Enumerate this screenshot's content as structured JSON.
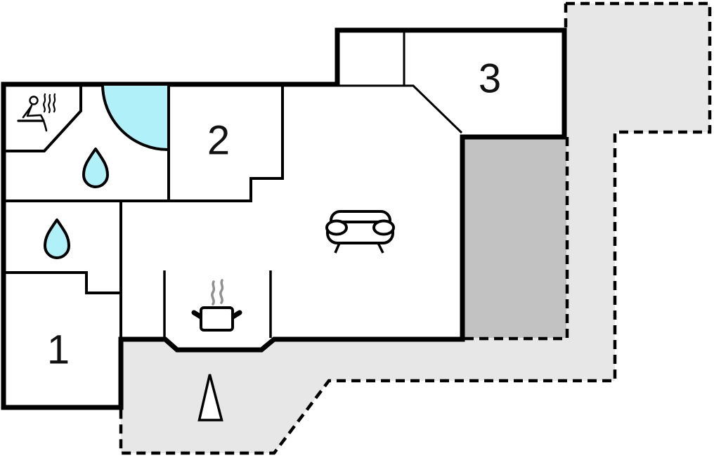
{
  "document": {
    "type": "floor-plan",
    "description": "holiday-home floor plan with three numbered rooms, sauna, shower, kitchen nook and terraces"
  },
  "colors": {
    "wall": "#000000",
    "floor": "#ffffff",
    "water": "#b0f0f8",
    "terrace_light": "#e7e7e7",
    "terrace_dark": "#c2c2c2",
    "steam": "#909090",
    "label": "#111111"
  },
  "rooms": [
    {
      "number": "1"
    },
    {
      "number": "2"
    },
    {
      "number": "3"
    }
  ],
  "icons": {
    "sauna": "sauna-person-with-steam",
    "shower": "corner-shower-quarter-circle",
    "bathroom_drop": "water-drop",
    "wc_drop": "water-drop",
    "sofa": "sofa",
    "stove": "steaming-pot",
    "north_arrow": "triangle-arrow"
  }
}
